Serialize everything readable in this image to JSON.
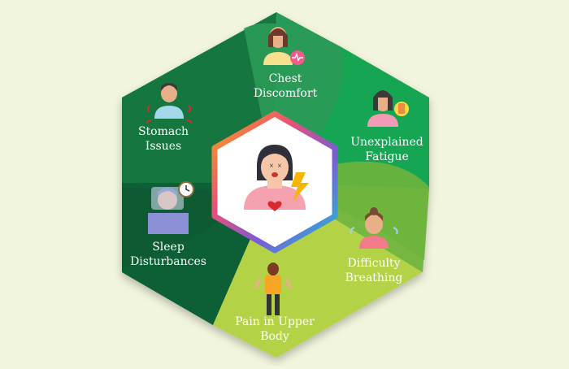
{
  "diagram": {
    "background": "#f1f5dd",
    "center_icon": "woman-chest-pain-icon",
    "segments": [
      {
        "id": "chest",
        "lines": [
          "Chest",
          "Discomfort"
        ],
        "color": "#279a57",
        "icon": "woman-heart-monitor-icon"
      },
      {
        "id": "fatigue",
        "lines": [
          "Unexplained",
          "Fatigue"
        ],
        "color": "#16a652",
        "icon": "woman-fatigue-pill-icon"
      },
      {
        "id": "breathing",
        "lines": [
          "Difficulty",
          "Breathing"
        ],
        "color": "#74b73f",
        "icon": "woman-breathing-difficulty-icon"
      },
      {
        "id": "pain",
        "lines": [
          "Pain in Upper",
          "Body"
        ],
        "color": "#b4d244",
        "icon": "back-pain-icon"
      },
      {
        "id": "sleep",
        "lines": [
          "Sleep",
          "Disturbances"
        ],
        "color": "#0f5f34",
        "icon": "sleep-clock-icon"
      },
      {
        "id": "stomach",
        "lines": [
          "Stomach",
          "Issues"
        ],
        "color": "#127641",
        "icon": "stomach-ache-icon"
      }
    ]
  }
}
